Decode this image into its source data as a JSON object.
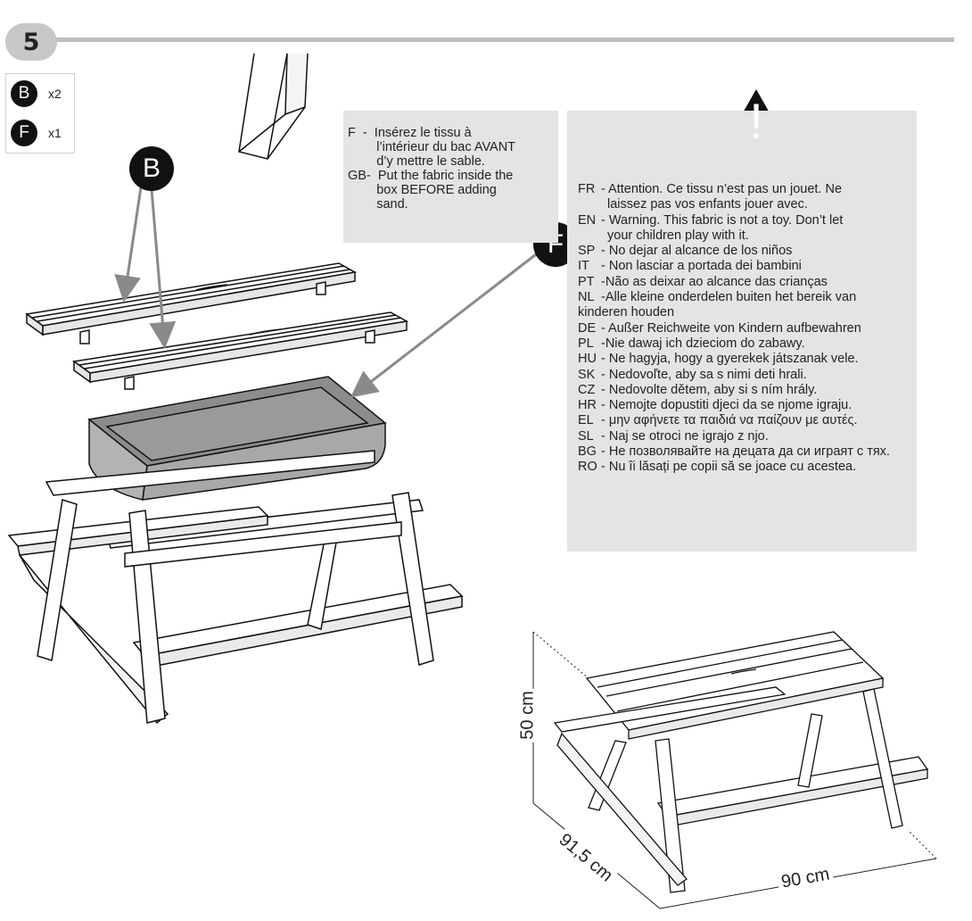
{
  "step": {
    "number": "5"
  },
  "parts": [
    {
      "letter": "B",
      "qty": "x2"
    },
    {
      "letter": "F",
      "qty": "x1"
    }
  ],
  "callouts": {
    "b": "B",
    "f": "F"
  },
  "note": {
    "lines": [
      "F  -  Insérez le tissu à",
      "        l’intérieur du bac AVANT",
      "        d’y mettre le sable.",
      "GB-  Put the fabric inside the",
      "        box BEFORE adding",
      "        sand."
    ]
  },
  "warning": {
    "symbol": "!",
    "items": [
      {
        "code": "FR",
        "text": "- Attention. Ce tissu n’est pas un jouet. Ne",
        "cont": "laissez pas vos enfants jouer avec."
      },
      {
        "code": "EN",
        "text": "- Warning. This fabric is not a toy. Don’t let",
        "cont": "your children play with it."
      },
      {
        "code": "SP",
        "text": "- No dejar al alcance de los niños"
      },
      {
        "code": "IT",
        "text": "- Non lasciar a portada dei bambini"
      },
      {
        "code": "PT",
        "text": "-Não as deixar ao alcance das crianças"
      },
      {
        "code": "NL",
        "text": "-Alle kleine onderdelen buiten het bereik van",
        "cont2": "kinderen houden"
      },
      {
        "code": "DE",
        "text": "- Außer Reichweite von Kindern aufbewahren"
      },
      {
        "code": "PL",
        "text": "-Nie dawaj ich dzieciom do zabawy."
      },
      {
        "code": "HU",
        "text": "- Ne hagyja, hogy a gyerekek játszanak vele."
      },
      {
        "code": "SK",
        "text": "- Nedovoľte, aby sa s nimi deti hrali."
      },
      {
        "code": "CZ",
        "text": "- Nedovolte dětem, aby si s ním hrály."
      },
      {
        "code": "HR",
        "text": "- Nemojte dopustiti djeci da se njome igraju."
      },
      {
        "code": "EL",
        "text": "- μην αφήνετε τα παιδιά να παίζουν με αυτές."
      },
      {
        "code": "SL",
        "text": "- Naj se otroci ne igrajo z njo."
      },
      {
        "code": "BG",
        "text": "- Не позволявайте на децата да си играят с тях."
      },
      {
        "code": "RO",
        "text": "- Nu îi lăsați pe copii să se joace cu acestea."
      }
    ]
  },
  "dimensions": {
    "height": "50 cm",
    "depth": "91,5 cm",
    "width": "90 cm"
  },
  "colors": {
    "panel": "#e4e4e4",
    "rule": "#bdbdbd",
    "badge": "#c7c7c7",
    "arrow": "#8a8a8a",
    "fabric": "#a8a8a8",
    "ink": "#111111"
  }
}
